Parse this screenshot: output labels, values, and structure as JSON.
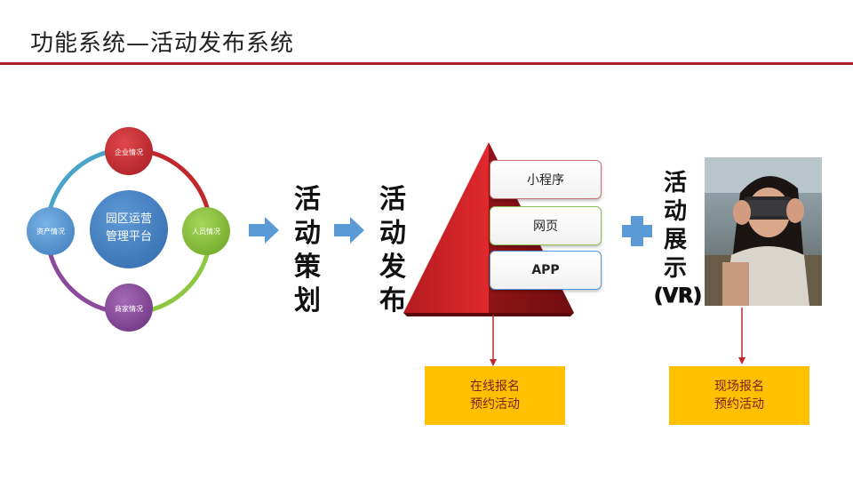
{
  "title": "功能系统—活动发布系统",
  "cycle": {
    "center": [
      "园区运营",
      "管理平台"
    ],
    "nodes": {
      "top": "企业情况",
      "right": "人员情况",
      "bottom": "商家情况",
      "left": "资产情况"
    }
  },
  "steps": {
    "plan": [
      "活",
      "动",
      "策",
      "划"
    ],
    "publish": [
      "活",
      "动",
      "发",
      "布"
    ],
    "display": [
      "活",
      "动",
      "展",
      "示",
      "(VR)"
    ]
  },
  "channels": [
    "小程序",
    "网页",
    "APP"
  ],
  "outcomes": {
    "online": [
      "在线报名",
      "预约活动"
    ],
    "onsite": [
      "现场报名",
      "预约活动"
    ]
  },
  "colors": {
    "accent_red": "#c0282c",
    "arrow_blue": "#5b9bd5",
    "box_yellow": "#ffc000",
    "node_red": "#c0282c",
    "node_green": "#8dc63f",
    "node_purple": "#8b4a9c",
    "node_blue": "#5b9bd5",
    "center_blue": "#4a84c4"
  }
}
